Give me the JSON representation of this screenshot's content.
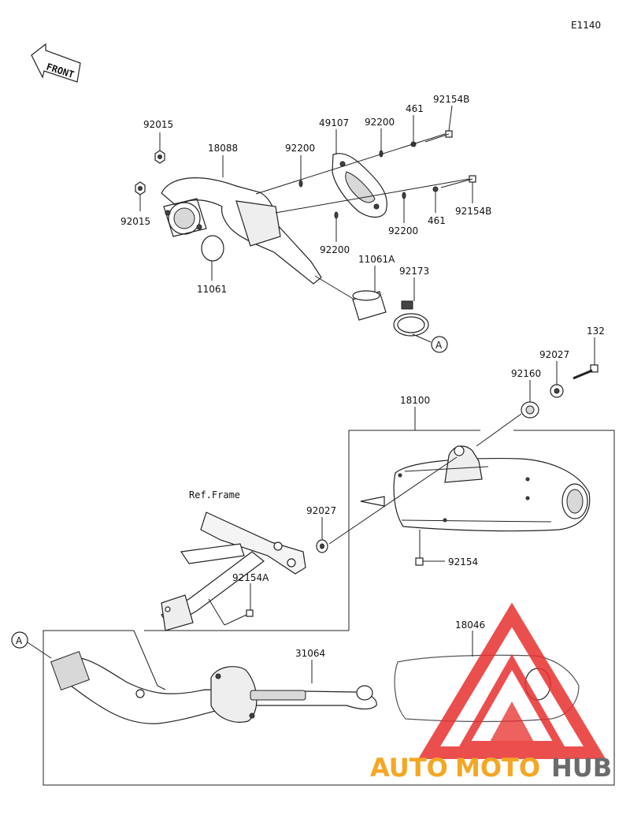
{
  "diagram_code": "E1140",
  "front_label": "FRONT",
  "ref_frame_label": "Ref.Frame",
  "marker_a": "A",
  "parts": {
    "p92015_top": "92015",
    "p92015_left": "92015",
    "p18088": "18088",
    "p11061": "11061",
    "p92200_a": "92200",
    "p49107": "49107",
    "p92200_b": "92200",
    "p461_a": "461",
    "p92154B_a": "92154B",
    "p92200_c": "92200",
    "p461_b": "461",
    "p92154B_b": "92154B",
    "p92200_d": "92200",
    "p11061A": "11061A",
    "p92173": "92173",
    "p132": "132",
    "p92027_a": "92027",
    "p92160": "92160",
    "p18100": "18100",
    "p92027_b": "92027",
    "p92154": "92154",
    "p92154A": "92154A",
    "p31064": "31064",
    "p18046": "18046"
  },
  "watermark": {
    "word_a": "AUTO",
    "word_b": "MOTO",
    "word_c": "HUB",
    "color_red": "#e8312f",
    "color_orange": "#f5a623",
    "color_gray": "#6b6b6b"
  }
}
